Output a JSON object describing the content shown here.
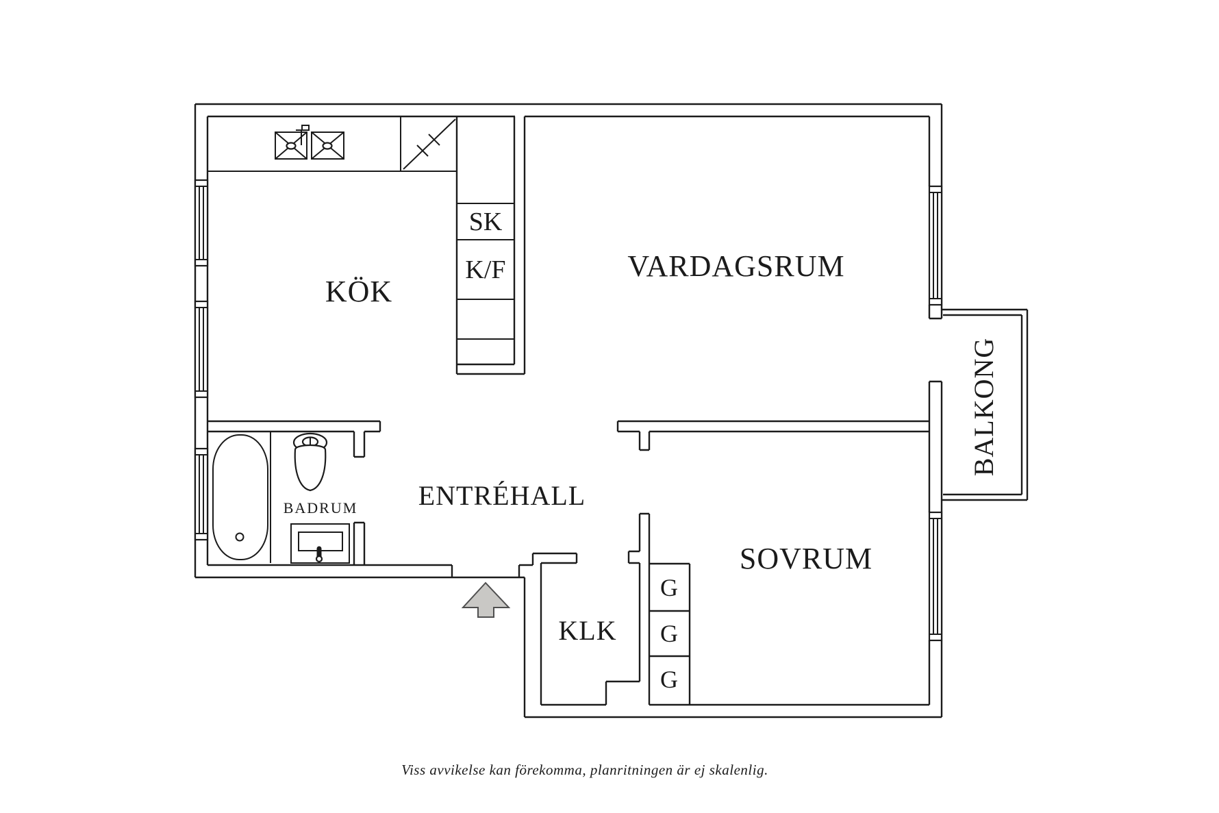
{
  "floorplan": {
    "rooms": {
      "kok": "KÖK",
      "vardagsrum": "VARDAGSRUM",
      "sovrum": "SOVRUM",
      "entrehall": "ENTRÉHALL",
      "badrum": "BADRUM",
      "klk": "KLK",
      "balkong": "BALKONG"
    },
    "closets": {
      "sk": "SK",
      "kf": "K/F",
      "g1": "G",
      "g2": "G",
      "g3": "G"
    },
    "caption": "Viss avvikelse kan förekomma, planritningen är ej skalenlig.",
    "colors": {
      "line": "#1b1b1b",
      "background": "#ffffff",
      "arrow_fill": "#c9c8c5",
      "arrow_stroke": "#4f4f4f"
    }
  }
}
